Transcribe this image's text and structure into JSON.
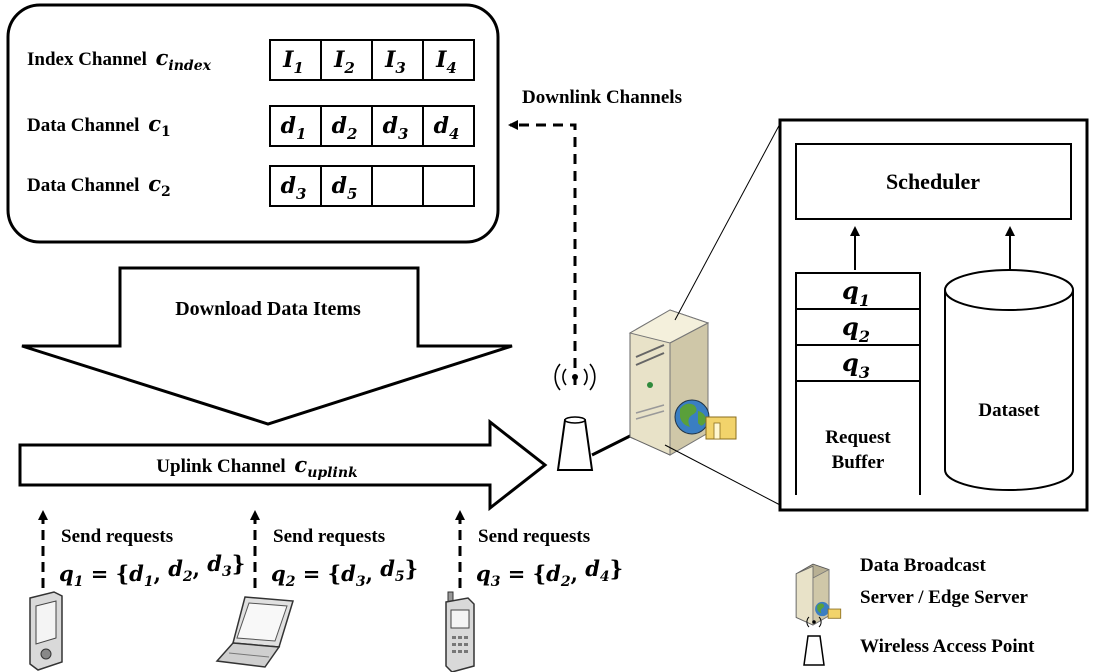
{
  "channels_box": {
    "index_label": "Index Channel",
    "index_var": "c",
    "index_sub": "index",
    "index_cells": [
      {
        "v": "I",
        "s": "1"
      },
      {
        "v": "I",
        "s": "2"
      },
      {
        "v": "I",
        "s": "3"
      },
      {
        "v": "I",
        "s": "4"
      }
    ],
    "data1_label": "Data Channel",
    "data1_var": "c",
    "data1_sub": "1",
    "data1_cells": [
      {
        "v": "d",
        "s": "1"
      },
      {
        "v": "d",
        "s": "2"
      },
      {
        "v": "d",
        "s": "3"
      },
      {
        "v": "d",
        "s": "4"
      }
    ],
    "data2_label": "Data Channel",
    "data2_var": "c",
    "data2_sub": "2",
    "data2_cells": [
      {
        "v": "d",
        "s": "3"
      },
      {
        "v": "d",
        "s": "5"
      },
      {
        "v": "",
        "s": ""
      },
      {
        "v": "",
        "s": ""
      }
    ]
  },
  "downlink_label": "Downlink Channels",
  "download_label": "Download Data Items",
  "uplink": {
    "label": "Uplink Channel",
    "var": "c",
    "sub": "uplink"
  },
  "requests": [
    {
      "text": "Send requests",
      "q": "q",
      "qs": "1",
      "items": [
        {
          "v": "d",
          "s": "1"
        },
        {
          "v": "d",
          "s": "2"
        },
        {
          "v": "d",
          "s": "3"
        }
      ],
      "device": "pda-icon"
    },
    {
      "text": "Send requests",
      "q": "q",
      "qs": "2",
      "items": [
        {
          "v": "d",
          "s": "3"
        },
        {
          "v": "d",
          "s": "5"
        }
      ],
      "device": "laptop-icon"
    },
    {
      "text": "Send requests",
      "q": "q",
      "qs": "3",
      "items": [
        {
          "v": "d",
          "s": "2"
        },
        {
          "v": "d",
          "s": "4"
        }
      ],
      "device": "phone-icon"
    }
  ],
  "server_panel": {
    "scheduler_label": "Scheduler",
    "queue": [
      {
        "v": "q",
        "s": "1"
      },
      {
        "v": "q",
        "s": "2"
      },
      {
        "v": "q",
        "s": "3"
      }
    ],
    "buffer_label_1": "Request",
    "buffer_label_2": "Buffer",
    "dataset_label": "Dataset"
  },
  "legend": {
    "server_line1": "Data Broadcast",
    "server_line2": "Server / Edge Server",
    "ap_label": "Wireless Access Point"
  },
  "colors": {
    "server_body": "#e8e2c8",
    "server_side": "#b8b094",
    "globe_blue": "#3a7ec2",
    "globe_green": "#5aa03a",
    "folder": "#f2d36b"
  }
}
